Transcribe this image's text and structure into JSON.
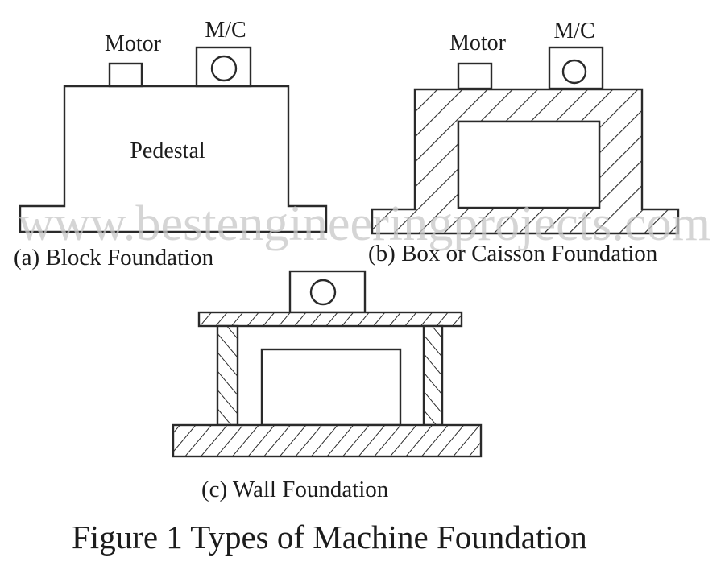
{
  "figure": {
    "title": "Figure 1 Types of Machine Foundation",
    "watermark": "www.bestengineeringprojects.com",
    "line_color": "#2a2a2a",
    "text_color": "#1c1c1c",
    "watermark_color": "#c8c8c8"
  },
  "panels": {
    "block": {
      "caption": "(a) Block Foundation",
      "motor_label": "Motor",
      "machine_label": "M/C",
      "body_label": "Pedestal",
      "fill": "plain"
    },
    "box": {
      "caption": "(b) Box or Caisson Foundation",
      "motor_label": "Motor",
      "machine_label": "M/C",
      "fill": "hatched"
    },
    "wall": {
      "caption": "(c) Wall Foundation",
      "fill": "hatched"
    }
  }
}
